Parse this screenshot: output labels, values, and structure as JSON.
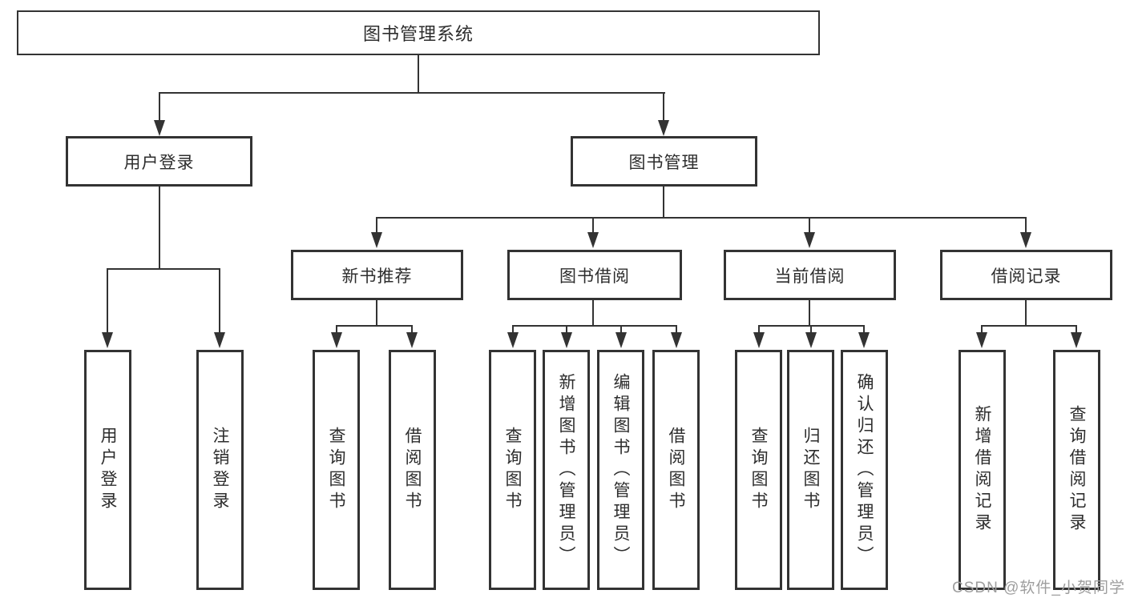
{
  "title": "图书管理系统",
  "watermark": {
    "text": "CSDN @软件_小贺同学"
  },
  "colors": {
    "line": "#333333",
    "text": "#2d2d2d",
    "background": "#ffffff",
    "watermark": "#9e9e9e"
  },
  "nodes": {
    "root": {
      "label": "图书管理系统"
    },
    "level2": [
      {
        "label": "用户登录"
      },
      {
        "label": "图书管理"
      }
    ],
    "level3": [
      {
        "label": "新书推荐"
      },
      {
        "label": "图书借阅"
      },
      {
        "label": "当前借阅"
      },
      {
        "label": "借阅记录"
      }
    ],
    "leaves": [
      "用户登录",
      "注销登录",
      "查询图书",
      "借阅图书",
      "查询图书",
      "新增图书（管理员）",
      "编辑图书（管理员）",
      "借阅图书",
      "查询图书",
      "归还图书",
      "确认归还（管理员）",
      "新增借阅记录",
      "查询借阅记录"
    ]
  }
}
